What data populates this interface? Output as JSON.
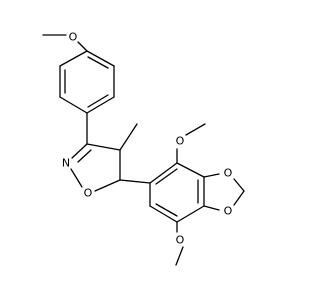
{
  "figure": {
    "type": "chemical-structure",
    "line_color": "#000000",
    "background": "#ffffff"
  },
  "atom_labels": {
    "o_top_methoxy": "O",
    "n_isoxazoline": "N",
    "o_isoxazoline": "O",
    "o_upper_methoxy": "O",
    "o_dioxole_upper": "O",
    "o_dioxole_lower": "O",
    "o_lower_methoxy": "O"
  }
}
